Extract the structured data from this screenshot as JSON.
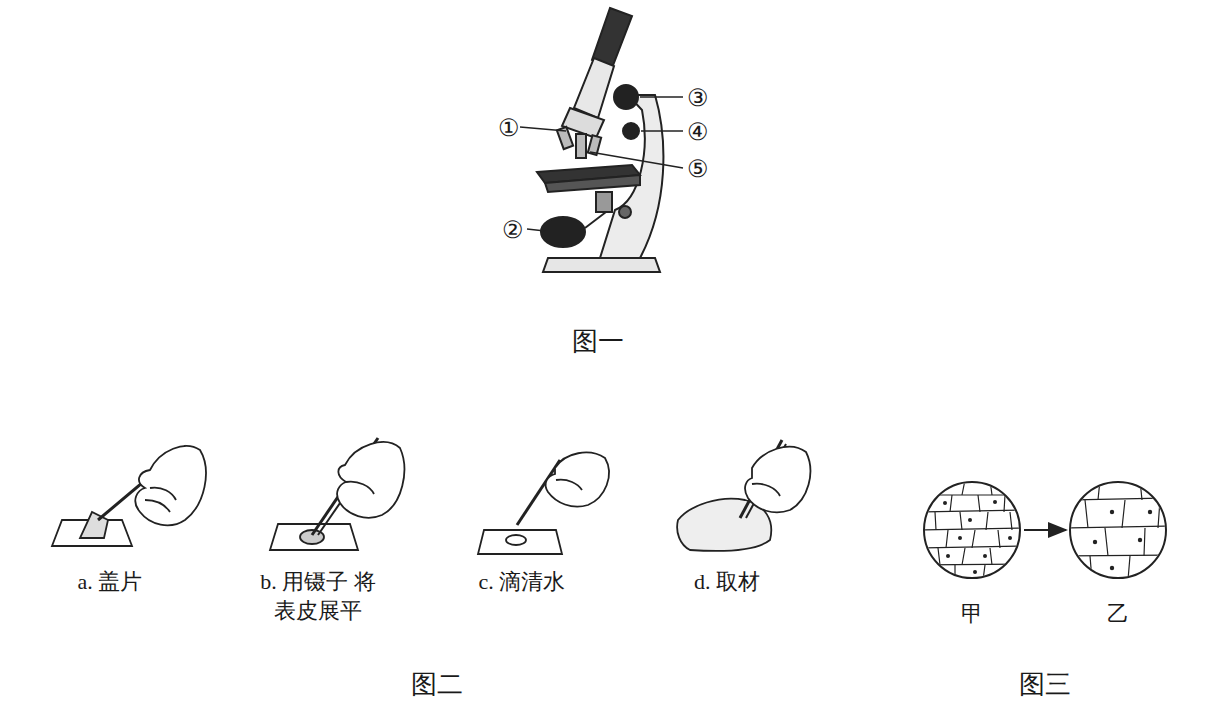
{
  "diagram": {
    "labels": [
      "①",
      "③",
      "④",
      "⑤",
      "②",
      "图一",
      "a. 盖片",
      "b. 用镊子 将表皮展平",
      "c. 滴清水",
      "d. 取材",
      "甲",
      "乙",
      "图二",
      "图三"
    ]
  }
}
